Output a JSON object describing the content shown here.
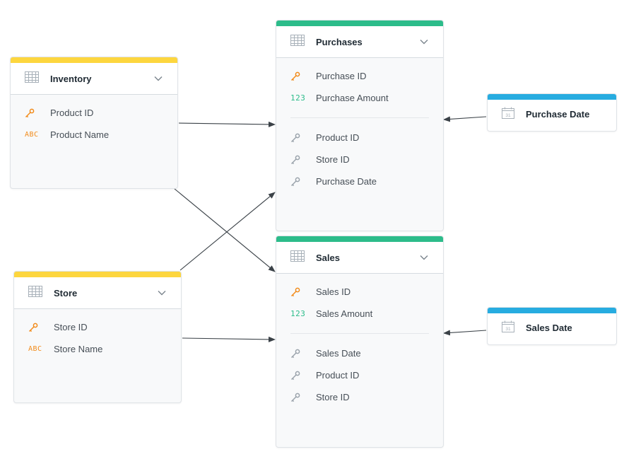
{
  "colors": {
    "attribute_table": "#fdd63e",
    "fact_table": "#2cbc8a",
    "date_table": "#27ace0",
    "key_icon": "#f28b1a",
    "measure_text": "#2cbc8a",
    "ref_icon": "#9aa3ab",
    "connector": "#3b4248"
  },
  "datasets": {
    "inventory": {
      "title": "Inventory",
      "rows": [
        {
          "icon": "key-icon",
          "label": "Product ID"
        },
        {
          "icon": "ABC",
          "label": "Product Name"
        }
      ]
    },
    "store": {
      "title": "Store",
      "rows": [
        {
          "icon": "key-icon",
          "label": "Store ID"
        },
        {
          "icon": "ABC",
          "label": "Store Name"
        }
      ]
    },
    "purchases": {
      "title": "Purchases",
      "rows": [
        {
          "icon": "key-icon",
          "label": "Purchase ID"
        },
        {
          "icon": "123",
          "label": "Purchase Amount"
        }
      ],
      "references": [
        {
          "icon": "reference-key-icon",
          "label": "Product ID"
        },
        {
          "icon": "reference-key-icon",
          "label": "Store ID"
        },
        {
          "icon": "reference-key-icon",
          "label": "Purchase Date"
        }
      ]
    },
    "sales": {
      "title": "Sales",
      "rows": [
        {
          "icon": "key-icon",
          "label": "Sales ID"
        },
        {
          "icon": "123",
          "label": "Sales Amount"
        }
      ],
      "references": [
        {
          "icon": "reference-key-icon",
          "label": "Sales Date"
        },
        {
          "icon": "reference-key-icon",
          "label": "Product ID"
        },
        {
          "icon": "reference-key-icon",
          "label": "Store ID"
        }
      ]
    },
    "purchase_date": {
      "title": "Purchase Date",
      "icon": "calendar-icon",
      "icon_text": "31"
    },
    "sales_date": {
      "title": "Sales Date",
      "icon": "calendar-icon",
      "icon_text": "31"
    }
  },
  "connections": [
    {
      "from": "Inventory",
      "to": "Purchases"
    },
    {
      "from": "Inventory",
      "to": "Sales"
    },
    {
      "from": "Store",
      "to": "Purchases"
    },
    {
      "from": "Store",
      "to": "Sales"
    },
    {
      "from": "Purchase Date",
      "to": "Purchases"
    },
    {
      "from": "Sales Date",
      "to": "Sales"
    }
  ]
}
